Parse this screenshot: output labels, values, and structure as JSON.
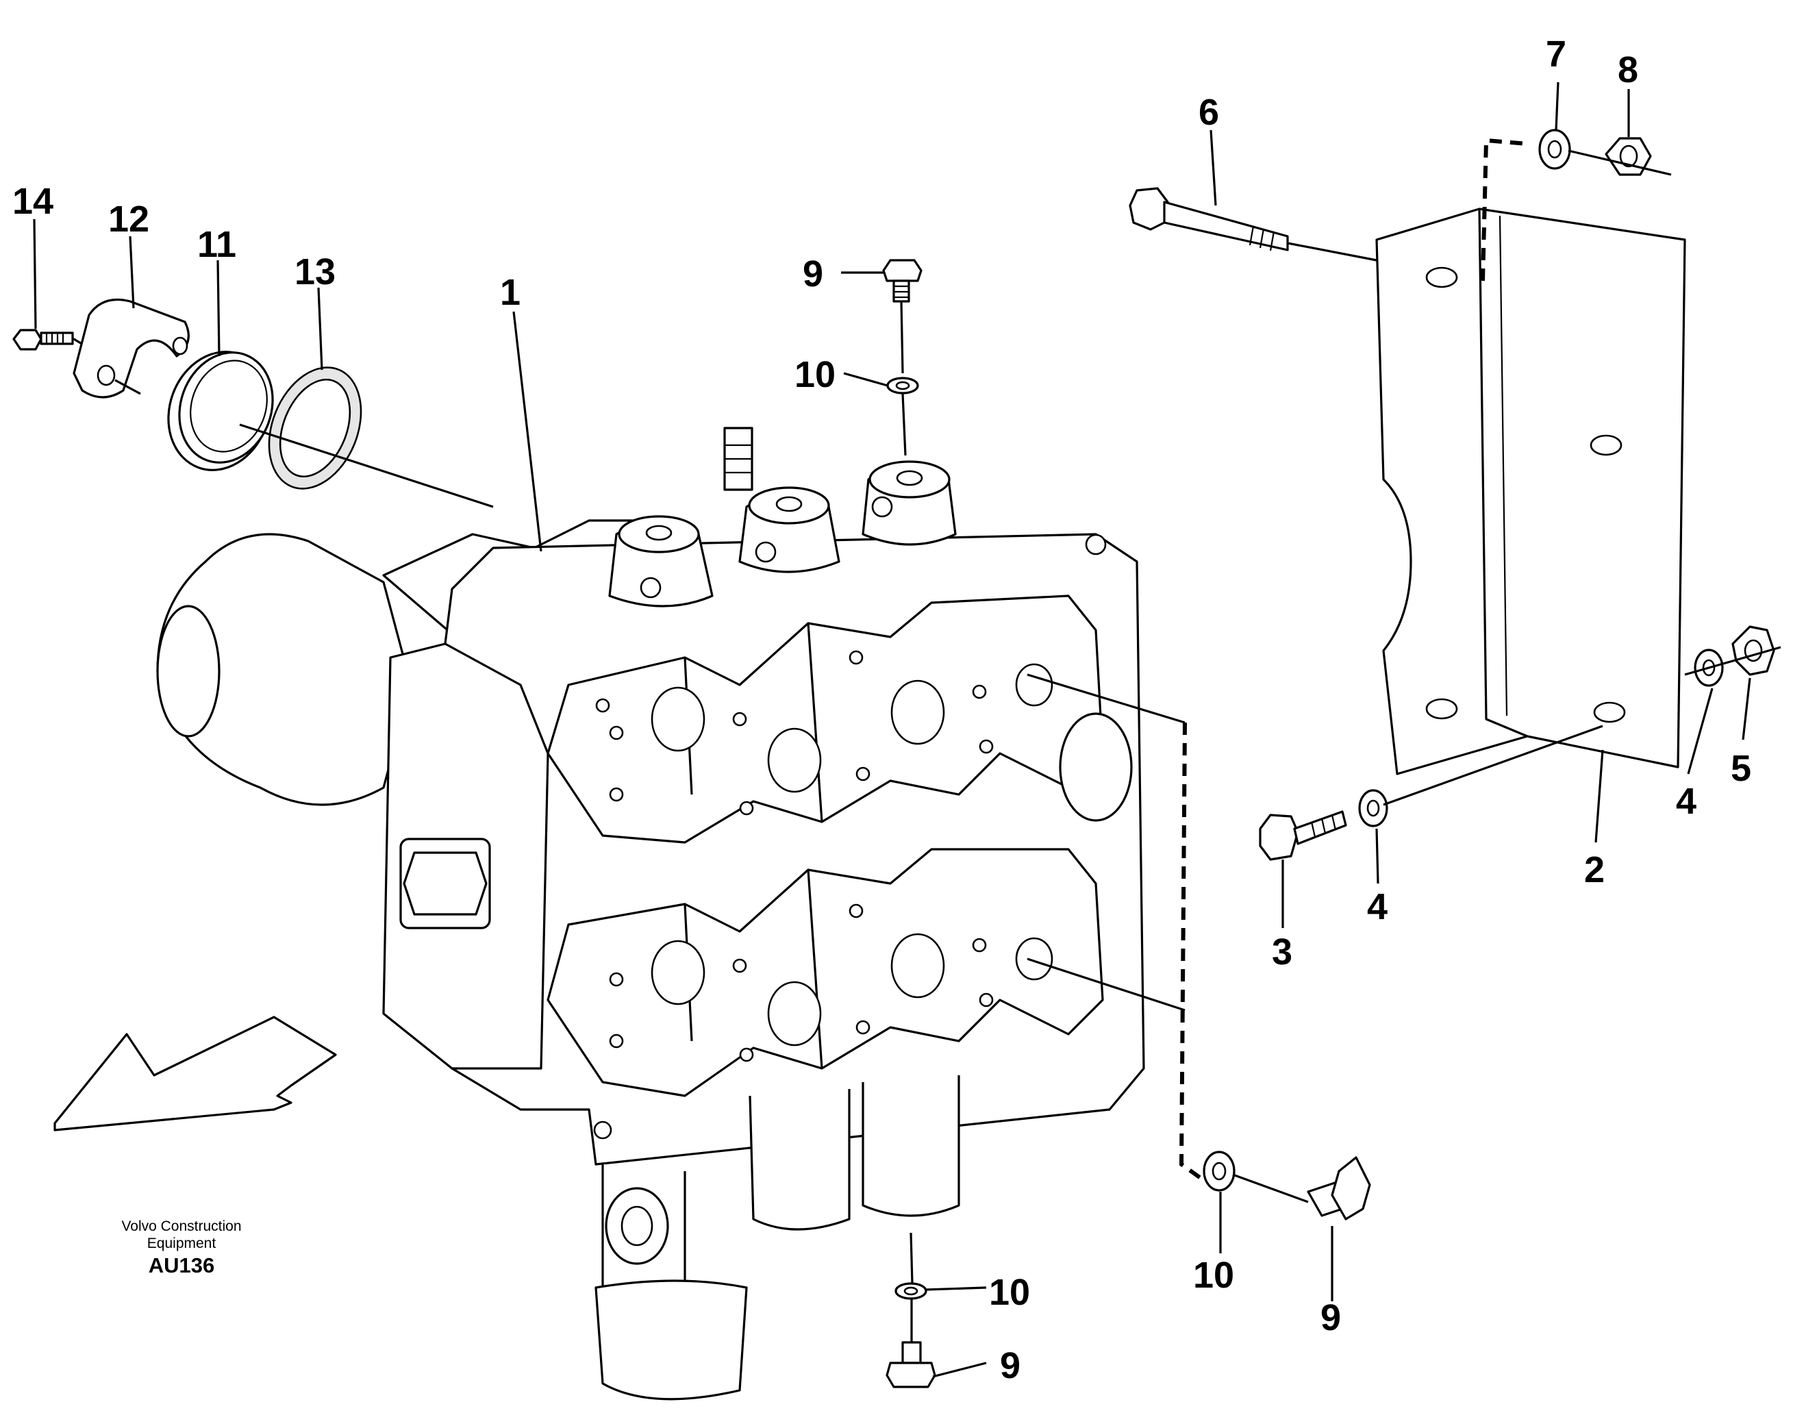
{
  "callouts": {
    "c1": "1",
    "c2": "2",
    "c3": "3",
    "c4a": "4",
    "c4b": "4",
    "c5": "5",
    "c6": "6",
    "c7": "7",
    "c8": "8",
    "c9a": "9",
    "c9b": "9",
    "c9c": "9",
    "c10a": "10",
    "c10b": "10",
    "c10c": "10",
    "c11": "11",
    "c12": "12",
    "c13": "13",
    "c14": "14"
  },
  "caption": {
    "line1": "Volvo Construction",
    "line2": "Equipment",
    "code": "AU136"
  }
}
